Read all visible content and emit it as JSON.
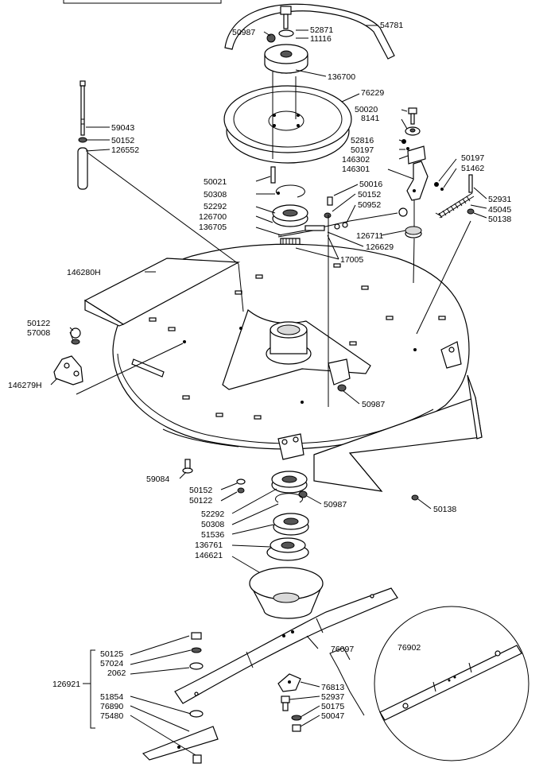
{
  "diagram": {
    "labels": {
      "l54781": "54781",
      "l50987_top": "50987",
      "l52871": "52871",
      "l11116": "11116",
      "l136700": "136700",
      "l76229": "76229",
      "l50020": "50020",
      "l8141": "8141",
      "l59043": "59043",
      "l50152_left": "50152",
      "l126552": "126552",
      "l52816": "52816",
      "l50197_a": "50197",
      "l146302": "146302",
      "l146301": "146301",
      "l50197_b": "50197",
      "l51462": "51462",
      "l50021": "50021",
      "l50308_top": "50308",
      "l52292_top": "52292",
      "l126700": "126700",
      "l136705": "136705",
      "l50016": "50016",
      "l50152_mid": "50152",
      "l50952": "50952",
      "l52931": "52931",
      "l45045": "45045",
      "l50138_top": "50138",
      "l126711": "126711",
      "l126629": "126629",
      "l17005": "17005",
      "l146280H": "146280H",
      "l50122_left": "50122",
      "l57008": "57008",
      "l146279H": "146279H",
      "l50987_mid": "50987",
      "l59084": "59084",
      "l50152_low": "50152",
      "l50122_low": "50122",
      "l50987_low": "50987",
      "l50138_low": "50138",
      "l52292_low": "52292",
      "l50308_low": "50308",
      "l51536": "51536",
      "l136761": "136761",
      "l146621": "146621",
      "l76902": "76902",
      "l76097": "76097",
      "l50125": "50125",
      "l57024": "57024",
      "l2062": "2062",
      "l126921": "126921",
      "l51854": "51854",
      "l76890": "76890",
      "l75480": "75480",
      "l76813": "76813",
      "l52937": "52937",
      "l50175": "50175",
      "l50047": "50047"
    }
  }
}
